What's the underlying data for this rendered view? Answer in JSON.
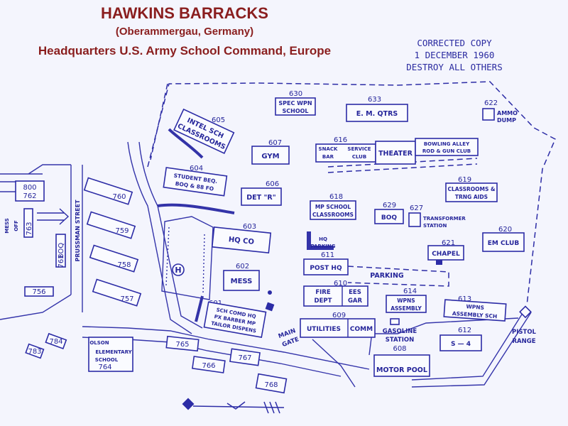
{
  "header": {
    "title": "HAWKINS BARRACKS",
    "subtitle": "(Oberammergau, Germany)",
    "heading": "Headquarters U.S. Army School Command, Europe"
  },
  "note": {
    "line1": "CORRECTED COPY",
    "line2": "1 DECEMBER 1960",
    "line3": "DESTROY ALL OTHERS"
  },
  "colors": {
    "title": "#8a1e1e",
    "ink": "#2c2ca6",
    "paper": "#f4f5fd"
  },
  "numbers": {
    "n605": "605",
    "n630": "630",
    "n633": "633",
    "n622": "622",
    "n607": "607",
    "n616": "616",
    "n604": "604",
    "n606": "606",
    "n619": "619",
    "n618": "618",
    "n629": "629",
    "n627": "627",
    "n603": "603",
    "n621": "621",
    "n620": "620",
    "n611": "611",
    "n602": "602",
    "n610": "610",
    "n614": "614",
    "n613": "613",
    "n601": "601",
    "n609": "609",
    "n612": "612",
    "n608": "608"
  },
  "labels": {
    "b605a": "INTEL SCH",
    "b605b": "CLASSROOMS",
    "b630a": "SPEC WPN",
    "b630b": "SCHOOL",
    "b633": "E. M. QTRS",
    "b622a": "AMMO",
    "b622b": "DUMP",
    "b607": "GYM",
    "b616a": "SNACK",
    "b616b": "BAR",
    "b616c": "SERVICE",
    "b616d": "CLUB",
    "theater": "THEATER",
    "bowling1": "BOWLING ALLEY",
    "bowling2": "ROD & GUN CLUB",
    "b604a": "STUDENT BEQ.",
    "b604b": "BOQ & 88 FO",
    "b606": "DET \"R\"",
    "b619a": "CLASSROOMS &",
    "b619b": "TRNG AIDS",
    "b618a": "MP SCHOOL",
    "b618b": "CLASSROOMS",
    "b629": "BOQ",
    "b627a": "TRANSFORMER",
    "b627b": "STATION",
    "b603": "HQ CO",
    "hqp1": "HQ",
    "hqp2": "PARKING",
    "b621": "CHAPEL",
    "b620": "EM CLUB",
    "b611": "POST HQ",
    "parking": "PARKING",
    "helipad": "H",
    "b602": "MESS",
    "b610a": "FIRE",
    "b610b": "DEPT",
    "b610c": "EES",
    "b610d": "GAR",
    "b614a": "WPNS",
    "b614b": "ASSEMBLY",
    "b613a": "WPNS",
    "b613b": "ASSEMBLY SCH",
    "b601a": "SCH COMD HQ",
    "b601b": "PX BARBER MP",
    "b601c": "TAILOR DISPENS",
    "b609a": "UTILITIES",
    "b609b": "COMM",
    "gas1": "GASOLINE",
    "gas2": "STATION",
    "b612": "S — 4",
    "motor": "MOTOR POOL",
    "pistol1": "PISTOL",
    "pistol2": "RANGE",
    "main1": "MAIN",
    "main2": "GATE",
    "street": "PRUSSMAN STREET",
    "off1": "OFF",
    "off2": "MESS",
    "olson1": "OLSON",
    "olson2": "ELEMENTARY",
    "olson3": "SCHOOL",
    "n764": "764",
    "n765": "765",
    "n766": "766",
    "n767": "767",
    "n768": "768",
    "n760": "760",
    "n759": "759",
    "n758": "758",
    "n757": "757",
    "n756": "756",
    "n800": "800",
    "n762": "762",
    "n763": "763",
    "n761": "761",
    "boq": "BOQ",
    "n784": "784",
    "n783": "783"
  }
}
